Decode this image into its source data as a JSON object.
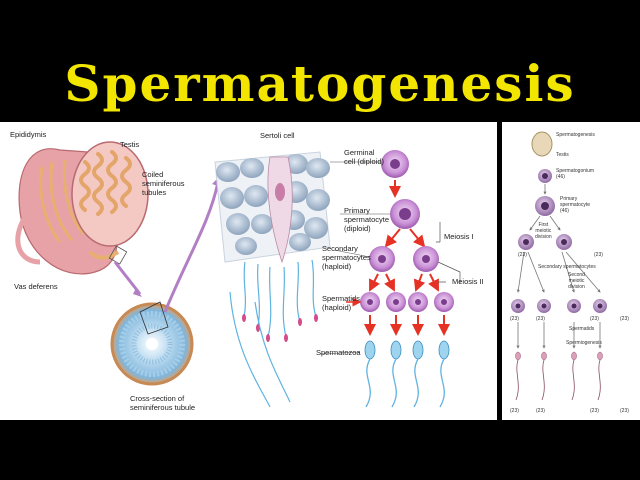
{
  "title": "Spermatogenesis",
  "left_panel": {
    "labels": {
      "epididymis": "Epididymis",
      "testis": "Testis",
      "coiled": "Coiled\nseminiferous\ntubules",
      "vas_deferens": "Vas deferens",
      "cross_section": "Cross-section of\nseminiferous tubule",
      "sertoli": "Sertoli cell",
      "germinal": "Germinal\ncell (diploid)",
      "primary": "Primary\nspermatocyte\n(diploid)",
      "secondary": "Secondary\nspermatocytes\n(haploid)",
      "spermatids": "Spermatids\n(haploid)",
      "spermatozoa": "Spermatozoa",
      "meiosis1": "Meiosis I",
      "meiosis2": "Meiosis II"
    }
  },
  "right_panel": {
    "labels": {
      "spermatogenesis": "Spermatogenesis",
      "testis": "Testis",
      "spermatogonium": "Spermatogonium\n(46)",
      "primary": "Primary\nspermatocyte\n(46)",
      "first_meiotic": "First\nmeiotic\ndivision",
      "secondary": "Secondary spermatocytes",
      "second_meiotic": "Second\nmeiotic\ndivision",
      "spermatids": "Spermatids",
      "spermiogenesis": "Spermiogenesis"
    },
    "chromosome_counts": {
      "secondary": [
        "(23)",
        "(23)"
      ],
      "spermatids": [
        "(23)",
        "(23)",
        "(23)",
        "(23)"
      ],
      "sperm": [
        "(23)",
        "(23)",
        "(23)",
        "(23)"
      ]
    }
  },
  "colors": {
    "title": "#f2e600",
    "arrow_red": "#e53225",
    "arrow_purple": "#b27fc4",
    "cell_purple": "#a75fb6",
    "nucleus_dark": "#5a2a6e",
    "sperm_blue": "#5fb3e0",
    "tubule_orange": "#e8b070",
    "testis_pink": "#e6a2a6"
  }
}
